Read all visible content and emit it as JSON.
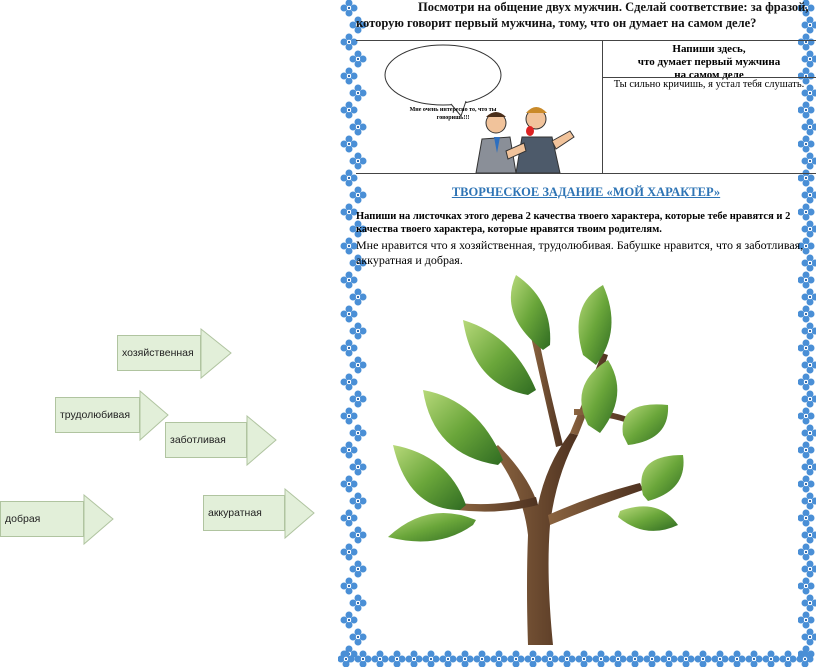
{
  "arrows": [
    {
      "label": "хозяйственная"
    },
    {
      "label": "трудолюбивая"
    },
    {
      "label": "заботливая"
    },
    {
      "label": "добрая"
    },
    {
      "label": "аккуратная"
    }
  ],
  "page": {
    "title_line1": "Посмотри на общение двух мужчин. Сделай соответствие: за фразой,",
    "title_line2": "которую говорит первый мужчина, тому, что он думает на самом деле?",
    "bubble_text": "Мне очень интересно то, что ты говоришь!!!",
    "right_header": [
      "Напиши здесь,",
      "что думает первый мужчина",
      "на самом деле"
    ],
    "right_answer": "Ты сильно кричишь, я устал тебя слушать.",
    "section_title": "ТВОРЧЕСКОЕ ЗАДАНИЕ «МОЙ ХАРАКТЕР»",
    "instruction_line1": "Напиши на листочках этого дерева 2 качества твоего характера, которые тебе нравятся и 2",
    "instruction_line2": "качества твоего характера, которые нравятся твоим родителям.",
    "answer_line1": "Мне нравится что я хозяйственная,  трудолюбивая. Бабушке нравится, что я заботливая,",
    "answer_line2": "аккуратная и добрая."
  },
  "colors": {
    "border_blue": "#4a8fd6",
    "heading_blue": "#2e74b5",
    "arrow_fill": "#e2efd9",
    "leaf_green": "#6aa63a",
    "trunk_brown": "#6b4a2e"
  }
}
